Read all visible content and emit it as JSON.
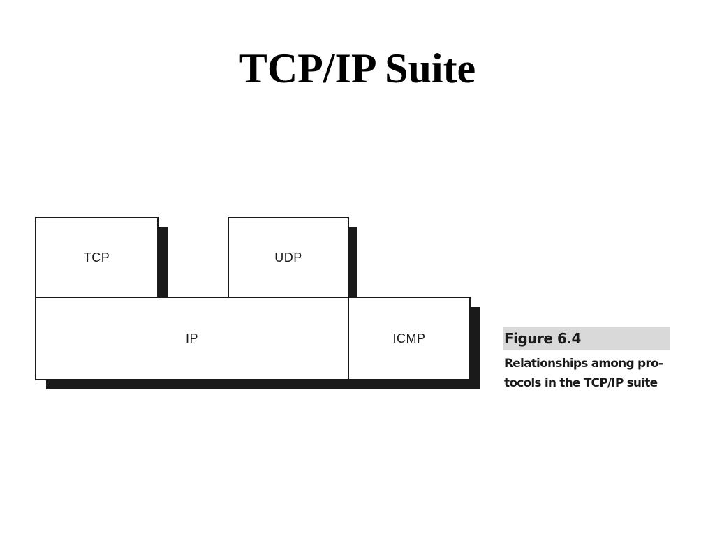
{
  "title": "TCP/IP Suite",
  "diagram": {
    "boxes": {
      "tcp": "TCP",
      "udp": "UDP",
      "ip": "IP",
      "icmp": "ICMP"
    },
    "shadow_color": "#1a1a1a",
    "caption_bg_color": "#d9d9d9"
  },
  "caption": {
    "figure_number": "Figure 6.4",
    "line1": "Relationships among pro-",
    "line2": "tocols in the TCP/IP suite"
  }
}
